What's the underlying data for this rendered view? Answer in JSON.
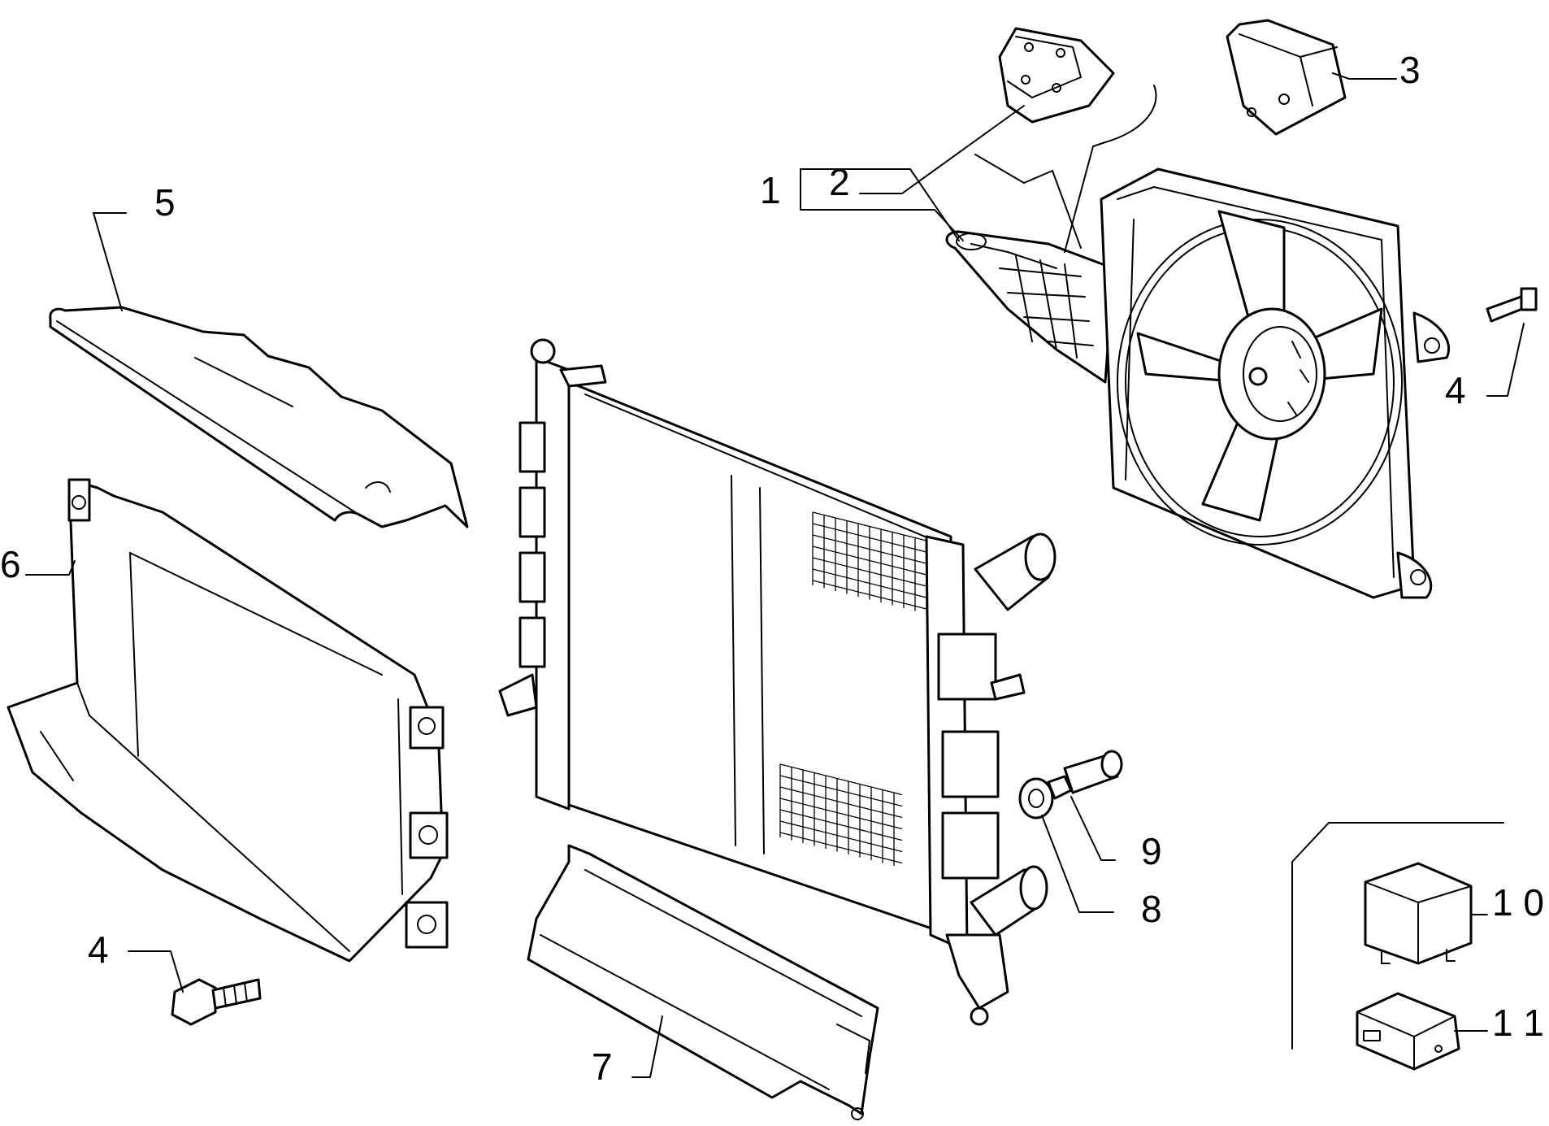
{
  "colors": {
    "line": "#000000",
    "background": "#ffffff"
  },
  "callouts": {
    "c1": "1",
    "c2": "2",
    "c3": "3",
    "c4_right": "4",
    "c4_left": "4",
    "c5": "5",
    "c6": "6",
    "c7": "7",
    "c8": "8",
    "c9": "9",
    "c10": "1 0",
    "c11": "1 1"
  }
}
